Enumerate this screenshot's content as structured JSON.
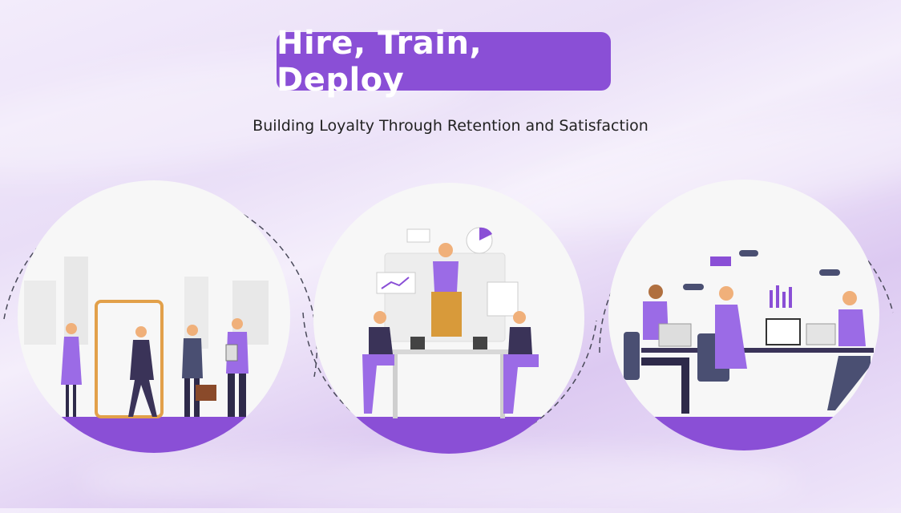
{
  "slide": {
    "title": "Hire, Train, Deploy",
    "subtitle": "Building Loyalty Through Retention and Satisfaction"
  },
  "colors": {
    "accent": "#8a4fd6",
    "circle_fill": "#f7f7f7",
    "dashed_line": "#4a4a5a"
  },
  "illustrations": [
    {
      "name": "hire-illustration"
    },
    {
      "name": "train-illustration"
    },
    {
      "name": "deploy-illustration"
    }
  ]
}
